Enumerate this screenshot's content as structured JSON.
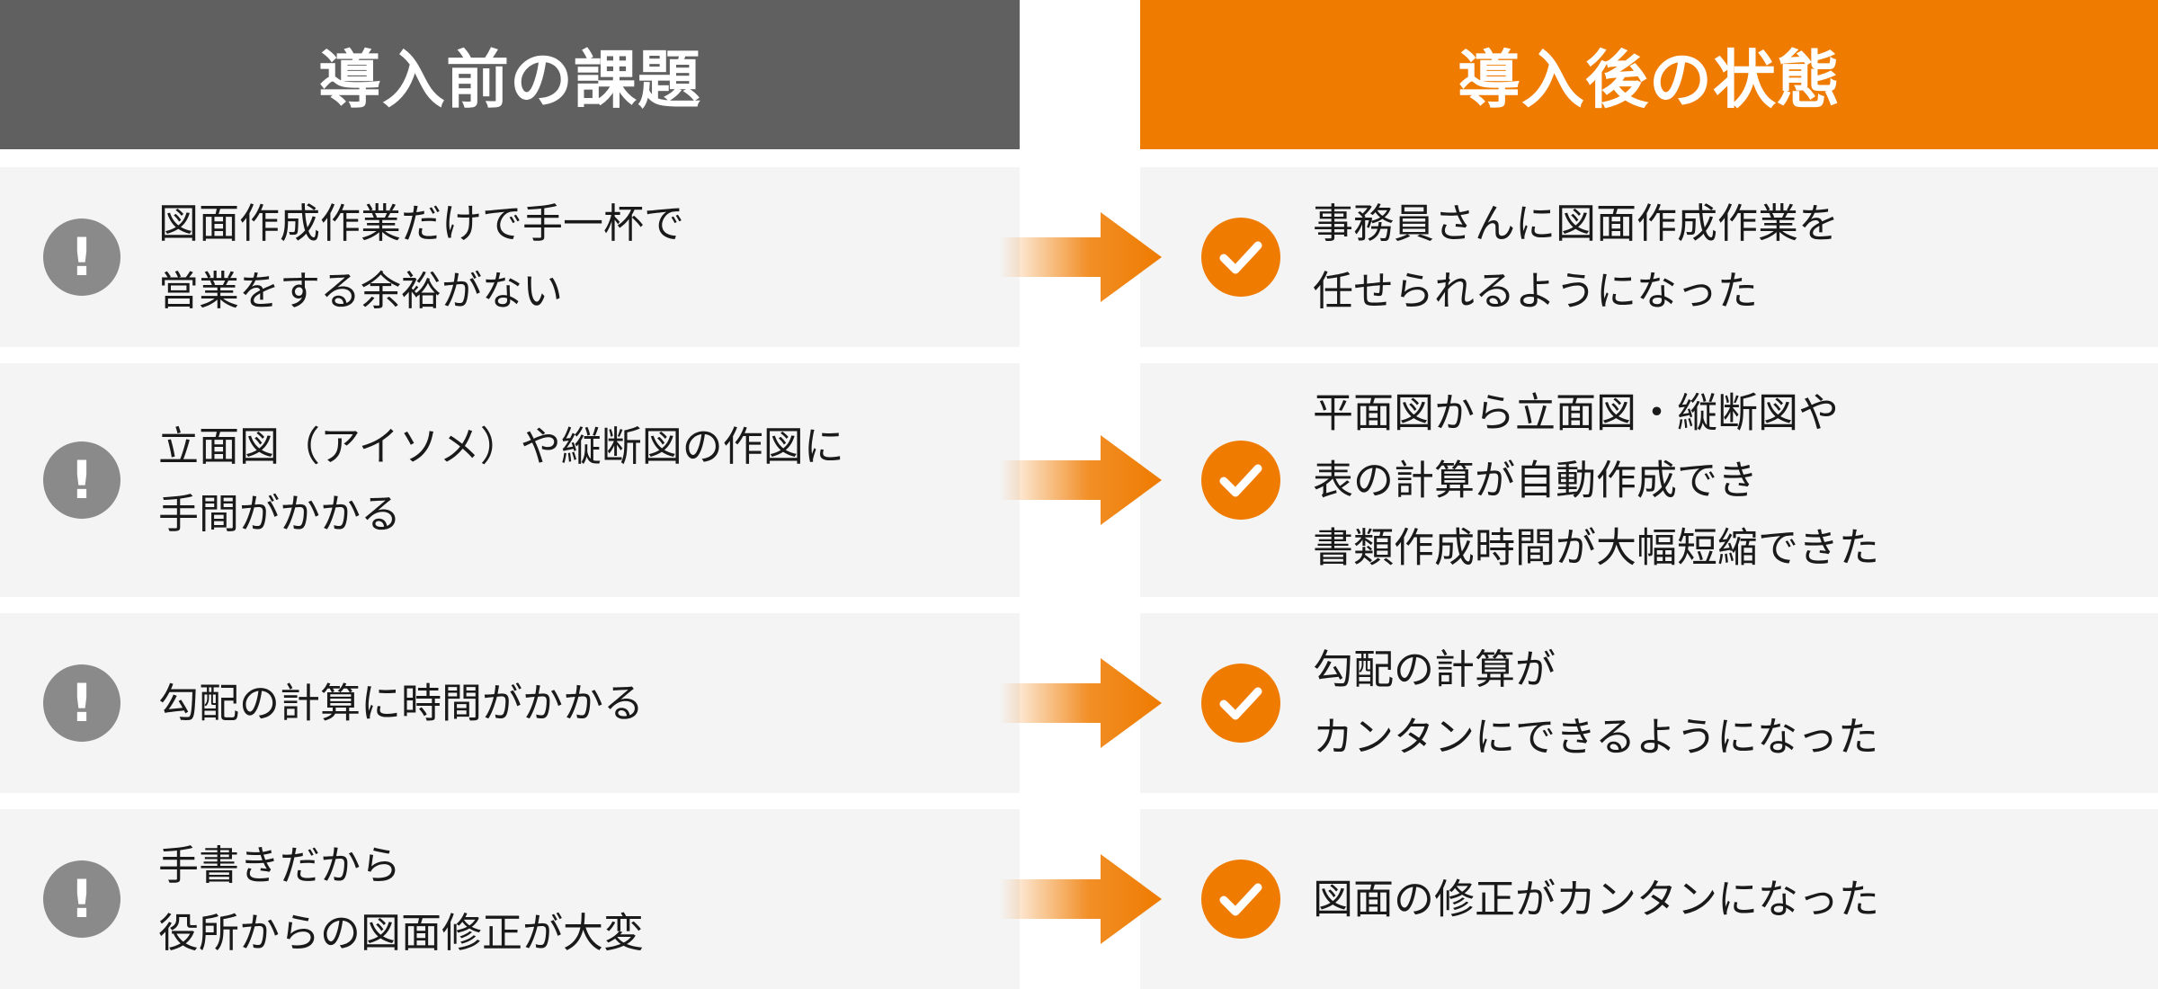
{
  "headers": {
    "before": "導入前の課題",
    "after": "導入後の状態"
  },
  "icons": {
    "alert": "!",
    "check": "check-icon"
  },
  "colors": {
    "before_header": "#606060",
    "after_header": "#ef7b00",
    "row_background": "#f4f4f4",
    "alert_icon": "#8a8a8a",
    "check_icon": "#ef7b00",
    "arrow": "#ef7b00"
  },
  "rows": [
    {
      "problem": [
        "図面作成作業だけで手一杯で",
        "営業をする余裕がない"
      ],
      "result": [
        "事務員さんに図面作成作業を",
        "任せられるようになった"
      ]
    },
    {
      "problem": [
        "立面図（アイソメ）や縦断図の作図に",
        "手間がかかる"
      ],
      "result": [
        "平面図から立面図・縦断図や",
        "表の計算が自動作成でき",
        "書類作成時間が大幅短縮できた"
      ]
    },
    {
      "problem": [
        "勾配の計算に時間がかかる"
      ],
      "result": [
        "勾配の計算が",
        "カンタンにできるようになった"
      ]
    },
    {
      "problem": [
        "手書きだから",
        "役所からの図面修正が大変"
      ],
      "result": [
        "図面の修正がカンタンになった"
      ]
    }
  ]
}
